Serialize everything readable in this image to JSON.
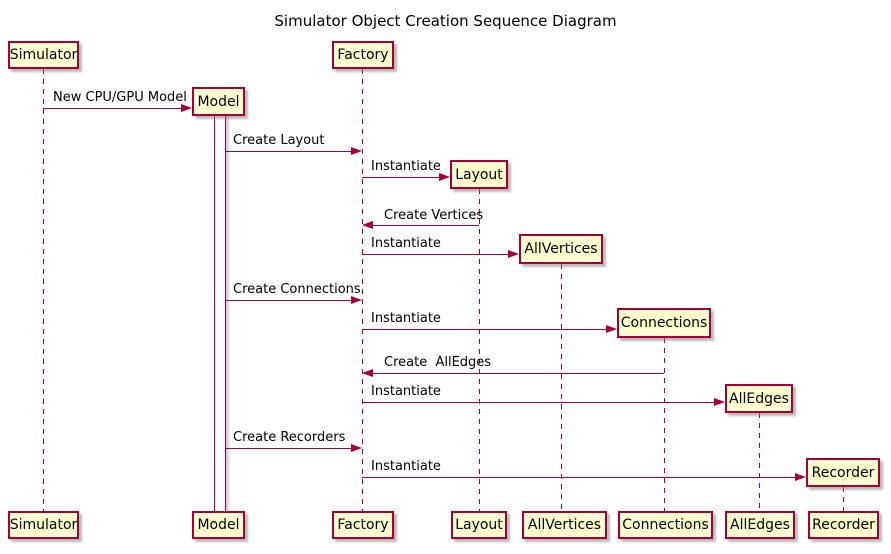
{
  "title": "Simulator Object Creation Sequence Diagram",
  "participants": {
    "simulator": "Simulator",
    "model": "Model",
    "factory": "Factory",
    "layout": "Layout",
    "allvertices": "AllVertices",
    "connections": "Connections",
    "alledges": "AllEdges",
    "recorder": "Recorder"
  },
  "messages": {
    "new_model": "New CPU/GPU Model",
    "create_layout": "Create Layout",
    "instantiate_layout": "Instantiate",
    "create_vertices": "Create Vertices",
    "instantiate_allvertices": "Instantiate",
    "create_connections": "Create Connections",
    "instantiate_connections": "Instantiate",
    "create_alledges": "Create  AllEdges",
    "instantiate_alledges": "Instantiate",
    "create_recorders": "Create Recorders",
    "instantiate_recorder": "Instantiate"
  },
  "colors": {
    "box_fill": "#FEFECE",
    "box_border": "#A80036",
    "arrow_line": "#A80036",
    "text": "#000000",
    "background": "#FFFFFF",
    "shadow": "#828282"
  }
}
